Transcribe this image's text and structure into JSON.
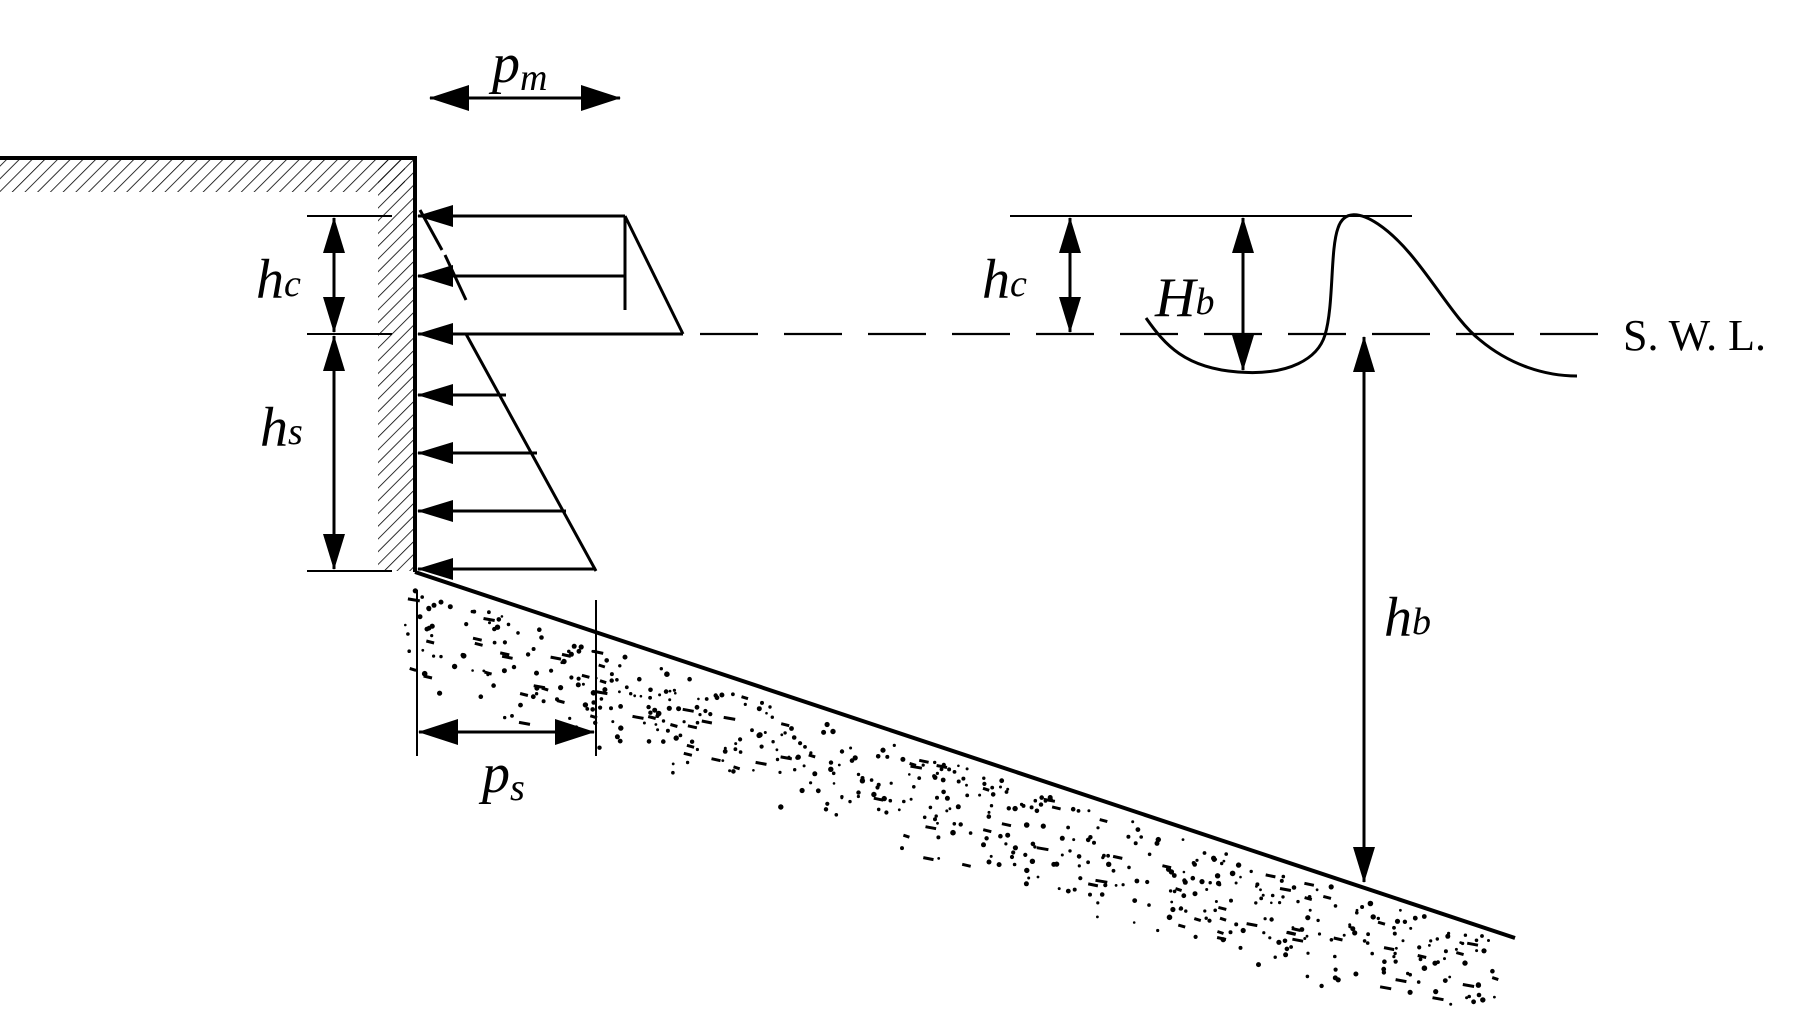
{
  "labels": {
    "pm": {
      "main": "p",
      "sub": "m"
    },
    "hc_left": {
      "main": "h",
      "sub": "c"
    },
    "hs": {
      "main": "h",
      "sub": "s"
    },
    "ps": {
      "main": "p",
      "sub": "s"
    },
    "hc_right": {
      "main": "h",
      "sub": "c"
    },
    "Hb": {
      "main": "H",
      "sub": "b"
    },
    "hb": {
      "main": "h",
      "sub": "b"
    },
    "swl": "S. W. L."
  },
  "colors": {
    "ink": "#000000",
    "background": "#ffffff"
  }
}
